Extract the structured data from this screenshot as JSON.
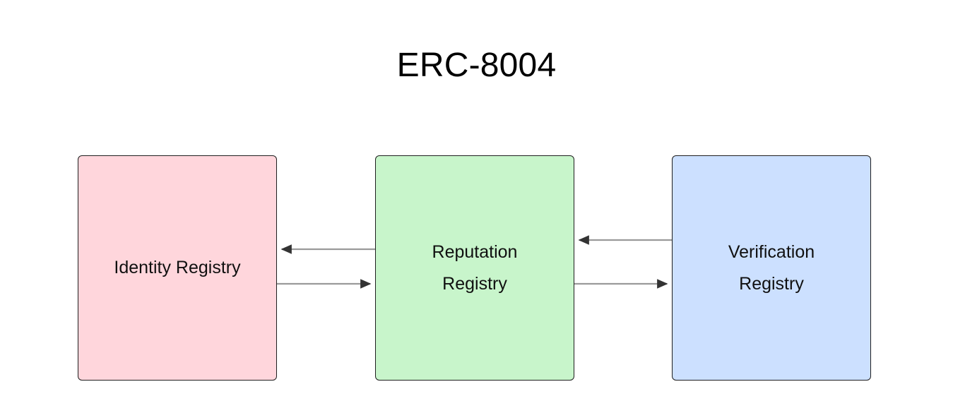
{
  "diagram": {
    "title": "ERC-8004",
    "background_color": "#ffffff",
    "title_color": "#000000",
    "nodes": [
      {
        "id": "identity-registry",
        "label": "Identity Registry",
        "fill": "#ffd6dc",
        "stroke": "#1f1f1f",
        "lines": 1
      },
      {
        "id": "reputation-registry",
        "label": "Reputation\nRegistry",
        "fill": "#c8f5cb",
        "stroke": "#1f1f1f",
        "lines": 2
      },
      {
        "id": "verification-registry",
        "label": "Verification\nRegistry",
        "fill": "#cce0ff",
        "stroke": "#1f1f1f",
        "lines": 2
      }
    ],
    "edges": [
      {
        "id": "reputation-to-identity",
        "from": "reputation-registry",
        "to": "identity-registry",
        "direction": "left",
        "label": "",
        "line_color": "#9a9a9a",
        "arrow_color": "#333333"
      },
      {
        "id": "identity-to-reputation",
        "from": "identity-registry",
        "to": "reputation-registry",
        "direction": "right",
        "label": "",
        "line_color": "#9a9a9a",
        "arrow_color": "#333333"
      },
      {
        "id": "verification-to-reputation",
        "from": "verification-registry",
        "to": "reputation-registry",
        "direction": "left",
        "label": "",
        "line_color": "#9a9a9a",
        "arrow_color": "#333333"
      },
      {
        "id": "reputation-to-verification",
        "from": "reputation-registry",
        "to": "verification-registry",
        "direction": "right",
        "label": "",
        "line_color": "#9a9a9a",
        "arrow_color": "#333333"
      }
    ]
  }
}
